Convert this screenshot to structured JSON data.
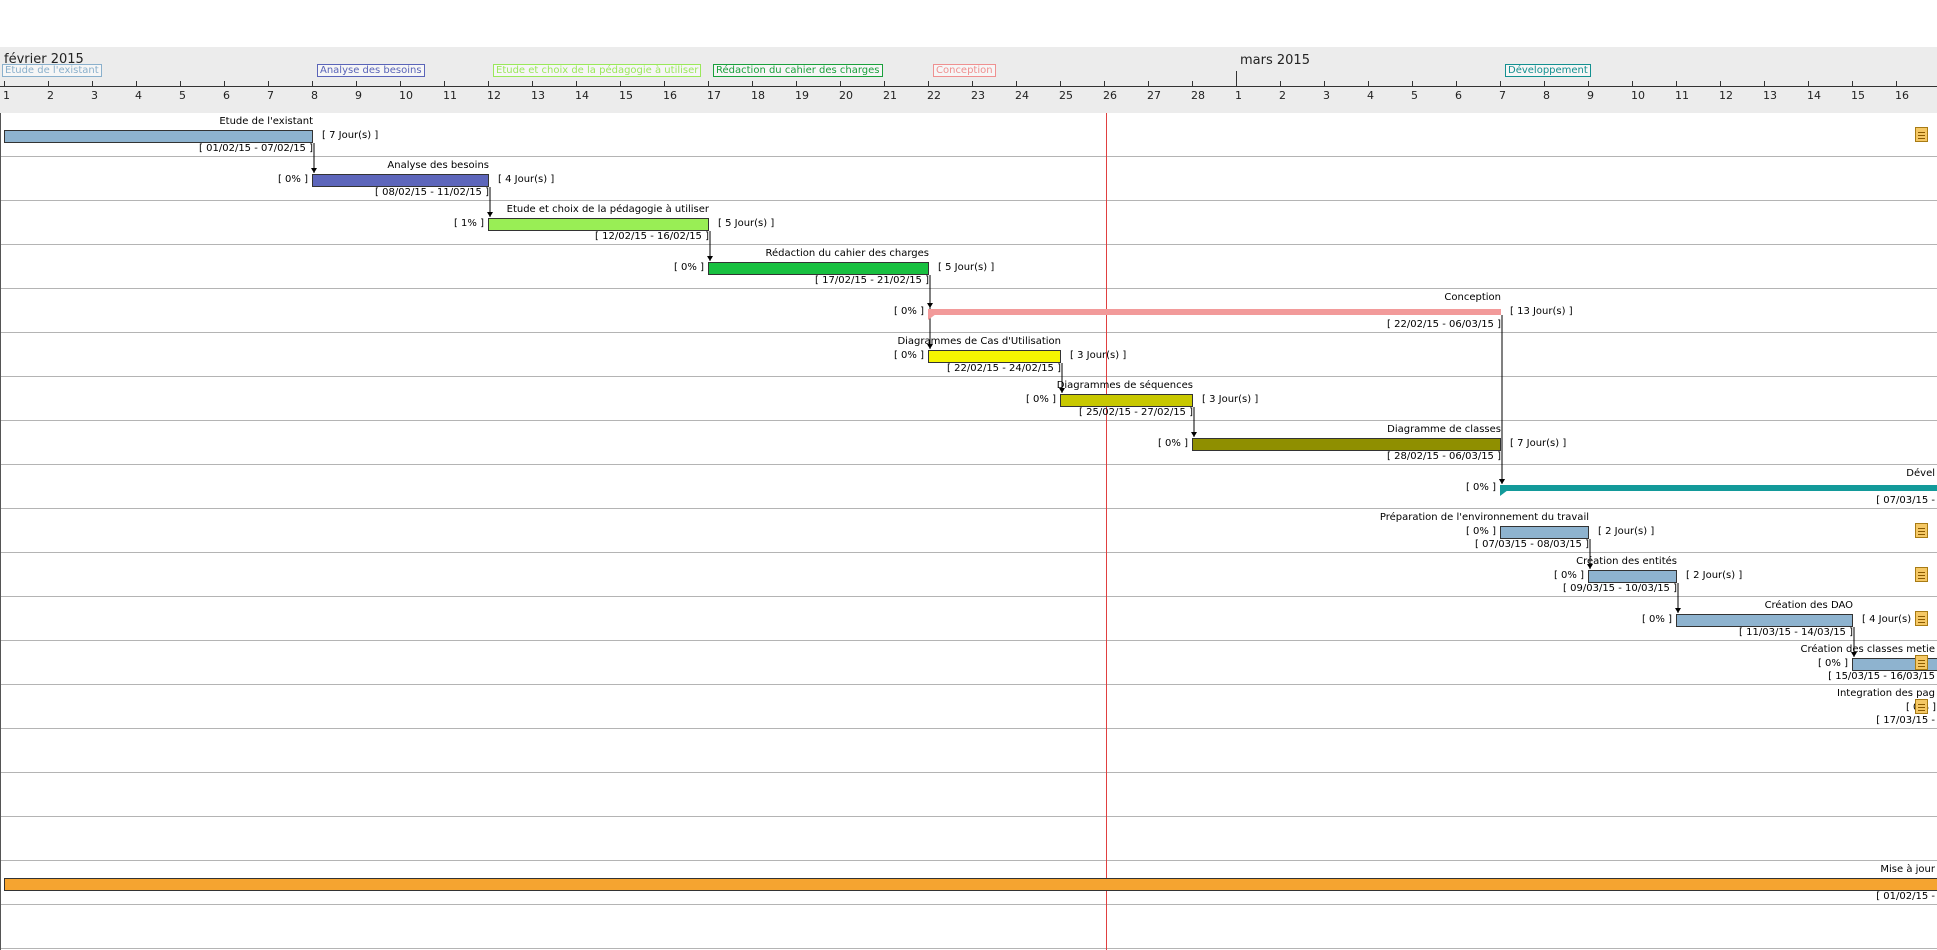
{
  "timeline": {
    "months": [
      {
        "label": "février 2015",
        "day_index": 0
      },
      {
        "label": "mars 2015",
        "day_index": 28
      }
    ],
    "day_labels": [
      "1",
      "2",
      "3",
      "4",
      "5",
      "6",
      "7",
      "8",
      "9",
      "10",
      "11",
      "12",
      "13",
      "14",
      "15",
      "16",
      "17",
      "18",
      "19",
      "20",
      "21",
      "22",
      "23",
      "24",
      "25",
      "26",
      "27",
      "28",
      "1",
      "2",
      "3",
      "4",
      "5",
      "6",
      "7",
      "8",
      "9",
      "10",
      "11",
      "12",
      "13",
      "14",
      "15",
      "16"
    ],
    "today_day_index": 25,
    "phase_chips": [
      {
        "label": "Etude de l'existant",
        "day_index": 0,
        "color": "#8ab0cc"
      },
      {
        "label": "Analyse des besoins",
        "day_index": 7,
        "color": "#5a64b8"
      },
      {
        "label": "Etude et choix de la pédagogie à utiliser",
        "day_index": 11,
        "color": "#9ae85a"
      },
      {
        "label": "Rédaction du cahier des charges",
        "day_index": 16,
        "color": "#1aa03c"
      },
      {
        "label": "Conception",
        "day_index": 21,
        "color": "#ef9090"
      },
      {
        "label": "Développement",
        "day_index": 34,
        "color": "#139090"
      }
    ]
  },
  "tasks": [
    {
      "name": "Etude de l'existant",
      "pct": "",
      "duration": "[ 7 Jour(s) ]",
      "dates": "[ 01/02/15 - 07/02/15 ]",
      "start": 0,
      "days": 7,
      "color": "#8eb3cf",
      "style": "task",
      "row": 0,
      "note": true
    },
    {
      "name": "Analyse des besoins",
      "pct": "[ 0% ]",
      "duration": "[ 4 Jour(s) ]",
      "dates": "[ 08/02/15 - 11/02/15 ]",
      "start": 7,
      "days": 4,
      "color": "#5d66bb",
      "style": "task",
      "row": 1,
      "note": false
    },
    {
      "name": "Etude et choix de la pédagogie à utiliser",
      "pct": "[ 1% ]",
      "duration": "[ 5 Jour(s) ]",
      "dates": "[ 12/02/15 - 16/02/15 ]",
      "start": 11,
      "days": 5,
      "color": "#99ee55",
      "style": "task",
      "row": 2,
      "note": false
    },
    {
      "name": "Rédaction du cahier des charges",
      "pct": "[ 0% ]",
      "duration": "[ 5 Jour(s) ]",
      "dates": "[ 17/02/15 - 21/02/15 ]",
      "start": 16,
      "days": 5,
      "color": "#18c040",
      "style": "task",
      "row": 3,
      "note": false
    },
    {
      "name": "Conception",
      "pct": "[ 0% ]",
      "duration": "[ 13 Jour(s) ]",
      "dates": "[ 22/02/15 - 06/03/15 ]",
      "start": 21,
      "days": 13,
      "color": "#f29a9a",
      "style": "summary",
      "row": 4,
      "note": false
    },
    {
      "name": "Diagrammes de Cas d'Utilisation",
      "pct": "[ 0% ]",
      "duration": "[ 3 Jour(s) ]",
      "dates": "[ 22/02/15 - 24/02/15 ]",
      "start": 21,
      "days": 3,
      "color": "#f5f500",
      "style": "task",
      "row": 5,
      "note": false
    },
    {
      "name": "Diagrammes de séquences",
      "pct": "[ 0% ]",
      "duration": "[ 3 Jour(s) ]",
      "dates": "[ 25/02/15 - 27/02/15 ]",
      "start": 24,
      "days": 3,
      "color": "#c8c800",
      "style": "task",
      "row": 6,
      "note": false
    },
    {
      "name": "Diagramme de classes",
      "pct": "[ 0% ]",
      "duration": "[ 7 Jour(s) ]",
      "dates": "[ 28/02/15 - 06/03/15 ]",
      "start": 27,
      "days": 7,
      "color": "#8f8f00",
      "style": "task",
      "row": 7,
      "note": false
    },
    {
      "name": "Dével",
      "pct": "[ 0% ]",
      "duration": "",
      "dates": "[ 07/03/15 -",
      "start": 34,
      "days": 40,
      "color": "#139a9a",
      "style": "summary",
      "row": 8,
      "note": false
    },
    {
      "name": "Préparation de l'environnement du travail",
      "pct": "[ 0% ]",
      "duration": "[ 2 Jour(s) ]",
      "dates": "[ 07/03/15 - 08/03/15 ]",
      "start": 34,
      "days": 2,
      "color": "#8eb3cf",
      "style": "task",
      "row": 9,
      "note": true
    },
    {
      "name": "Création des entités",
      "pct": "[ 0% ]",
      "duration": "[ 2 Jour(s) ]",
      "dates": "[ 09/03/15 - 10/03/15 ]",
      "start": 36,
      "days": 2,
      "color": "#8eb3cf",
      "style": "task",
      "row": 10,
      "note": true
    },
    {
      "name": "Création des DAO",
      "pct": "[ 0% ]",
      "duration": "[ 4 Jour(s) ]",
      "dates": "[ 11/03/15 - 14/03/15 ]",
      "start": 38,
      "days": 4,
      "color": "#8eb3cf",
      "style": "task",
      "row": 11,
      "note": true
    },
    {
      "name": "Création des classes metie",
      "pct": "[ 0% ]",
      "duration": "",
      "dates": "[ 15/03/15 - 16/03/15",
      "start": 42,
      "days": 2,
      "color": "#8eb3cf",
      "style": "task",
      "row": 12,
      "note": true
    },
    {
      "name": "Integration des pag",
      "pct": "[ 0% ]",
      "duration": "",
      "dates": "[ 17/03/15 -",
      "start": 44,
      "days": 2,
      "color": "#8eb3cf",
      "style": "task",
      "row": 13,
      "note": true
    },
    {
      "name": "Mise à jour",
      "pct": "",
      "duration": "",
      "dates": "[ 01/02/15 -",
      "start": 0,
      "days": 60,
      "color": "#f5a430",
      "style": "task",
      "row": 17,
      "note": false
    }
  ],
  "links": [
    [
      0,
      1
    ],
    [
      1,
      2
    ],
    [
      2,
      3
    ],
    [
      3,
      4
    ],
    [
      3,
      5
    ],
    [
      5,
      6
    ],
    [
      6,
      7
    ],
    [
      7,
      8
    ],
    [
      4,
      8
    ],
    [
      9,
      10
    ],
    [
      10,
      11
    ],
    [
      11,
      12
    ]
  ]
}
